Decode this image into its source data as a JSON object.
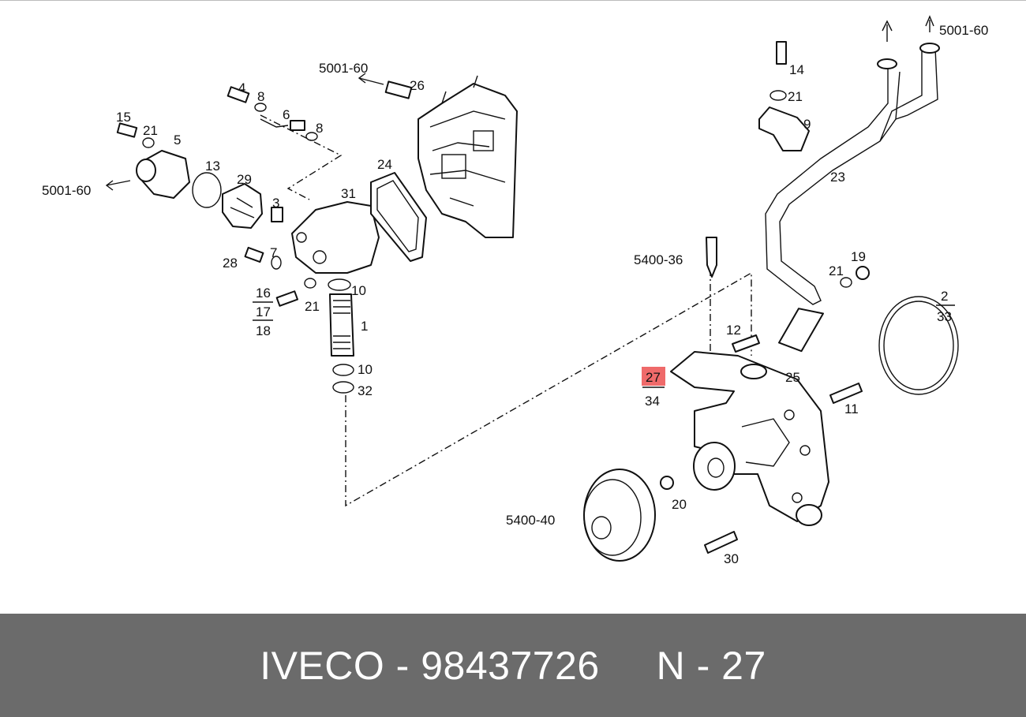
{
  "colors": {
    "footer_bg": "#6b6b6b",
    "highlight": "#ef6a6a",
    "ink": "#111111"
  },
  "labels": {
    "l_500160_top": "5001-60",
    "l_500160_mid": "5001-60",
    "l_500160_left": "5001-60",
    "l_540036": "5400-36",
    "l_540040": "5400-40",
    "l_1": "1",
    "l_2": "2",
    "l_3": "3",
    "l_4": "4",
    "l_5": "5",
    "l_6": "6",
    "l_7": "7",
    "l_8a": "8",
    "l_8b": "8",
    "l_9": "9",
    "l_10a": "10",
    "l_10b": "10",
    "l_11": "11",
    "l_12": "12",
    "l_13": "13",
    "l_14": "14",
    "l_15": "15",
    "l_16": "16",
    "l_17": "17",
    "l_18": "18",
    "l_19": "19",
    "l_20": "20",
    "l_21a": "21",
    "l_21b": "21",
    "l_21c": "21",
    "l_21d": "21",
    "l_23": "23",
    "l_24": "24",
    "l_25": "25",
    "l_26": "26",
    "l_27": "27",
    "l_28": "28",
    "l_29": "29",
    "l_30": "30",
    "l_31": "31",
    "l_32": "32",
    "l_33": "33",
    "l_34": "34"
  },
  "footer": {
    "text": "IVECO - 98437726     N - 27"
  }
}
